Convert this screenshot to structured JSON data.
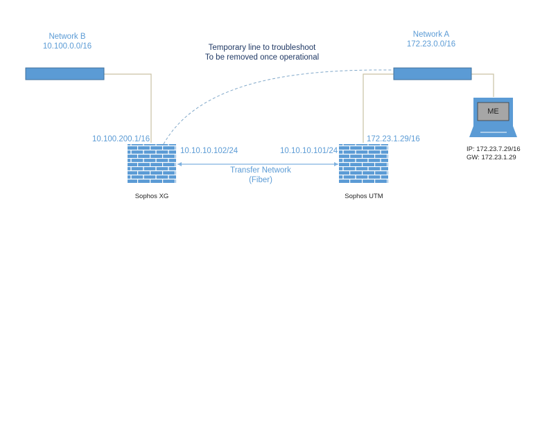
{
  "networks": {
    "b": {
      "name": "Network B",
      "subnet": "10.100.0.0/16"
    },
    "a": {
      "name": "Network A",
      "subnet": "172.23.0.0/16"
    }
  },
  "note": {
    "line1": "Temporary line to troubleshoot",
    "line2": "To be removed once operational"
  },
  "firewalls": {
    "xg": {
      "name": "Sophos XG",
      "lan_ip": "10.100.200.1/16",
      "transfer_ip": "10.10.10.102/24"
    },
    "utm": {
      "name": "Sophos UTM",
      "lan_ip": "172.23.1.29/16",
      "transfer_ip": "10.10.10.101/24"
    }
  },
  "transfer": {
    "line1": "Transfer Network",
    "line2": "(Fiber)"
  },
  "laptop": {
    "screen_label": "ME",
    "ip": "IP: 172.23.7.29/16",
    "gw": "GW: 172.23.1.29"
  },
  "colors": {
    "switch_fill": "#5b9bd5",
    "switch_border": "#41719c",
    "link_line": "#c9c1a3",
    "transfer_line": "#7fb2e0",
    "dashed_line": "#7fa7c9",
    "brick": "#5b9bd5",
    "mortar": "#ffffff",
    "laptop_body": "#5b9bd5",
    "laptop_screen": "#a6a6a6"
  }
}
